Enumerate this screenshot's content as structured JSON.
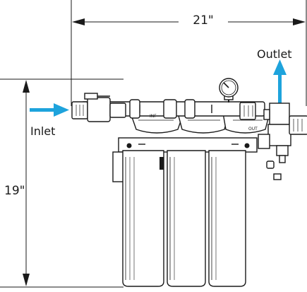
{
  "dimensions": {
    "width": "21\"",
    "height": "19\""
  },
  "labels": {
    "inlet": "Inlet",
    "outlet": "Outlet"
  },
  "head_markings": [
    "INF",
    "OUT"
  ],
  "colors": {
    "flow_arrow": "#1ea3dc",
    "line": "#1a1a1a",
    "background": "#ffffff"
  }
}
